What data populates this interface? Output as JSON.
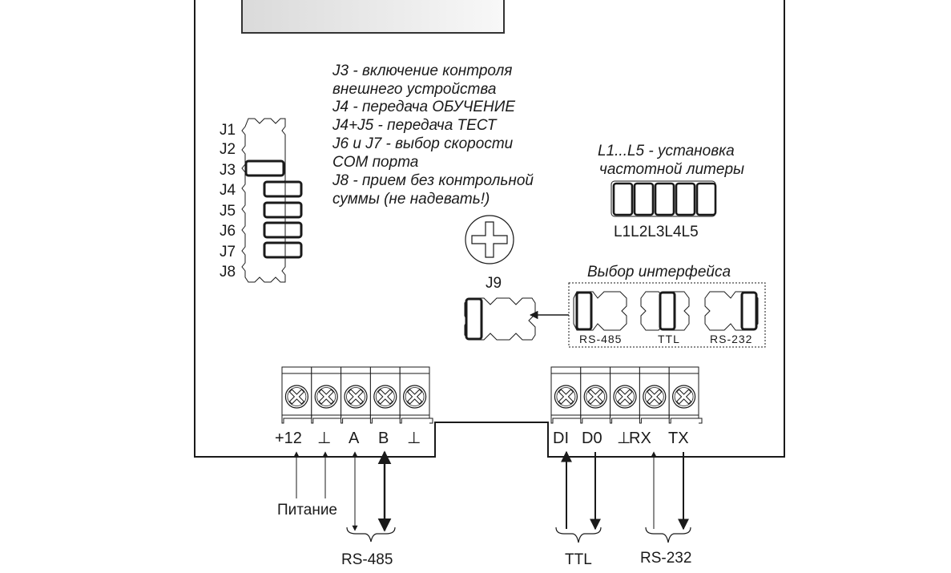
{
  "jumper_block": {
    "labels": [
      "J1",
      "J2",
      "J3",
      "J4",
      "J5",
      "J6",
      "J7",
      "J8"
    ],
    "installed": [
      "J3",
      "J4",
      "J5",
      "J6",
      "J7"
    ]
  },
  "legend": {
    "lines": [
      "J3 - включение контроля",
      "внешнего устройства",
      "J4 - передача ОБУЧЕНИЕ",
      "J4+J5 - передача ТЕСТ",
      "J6 и J7 - выбор скорости",
      "COM порта",
      "J8 - прием без контрольной",
      "суммы (не надевать!)"
    ]
  },
  "litera": {
    "title_lines": [
      "L1...L5 - установка",
      "частотной литеры"
    ],
    "labels_text": "L1L2L3L4L5",
    "count": 5
  },
  "j9": {
    "label": "J9"
  },
  "interface_select": {
    "title": "Выбор интерфейса",
    "options": [
      {
        "label": "RS-485",
        "jumper_position": "left"
      },
      {
        "label": "TTL",
        "jumper_position": "middle"
      },
      {
        "label": "RS-232",
        "jumper_position": "right"
      }
    ]
  },
  "terminals_left": {
    "pins": [
      "+12",
      "⊥",
      "A",
      "B",
      "⊥"
    ]
  },
  "terminals_right": {
    "pins_text": "DI D0 ⊥RX TX",
    "pins": [
      "DI",
      "D0",
      "⊥",
      "RX",
      "TX"
    ]
  },
  "connections": {
    "power_label": "Питание",
    "rs485_label": "RS-485",
    "ttl_label": "TTL",
    "rs232_label": "RS-232"
  },
  "colors": {
    "line": "#1a1a1a",
    "panel_gradient_start": "#dadada",
    "panel_gradient_end": "#f8f8f8"
  }
}
